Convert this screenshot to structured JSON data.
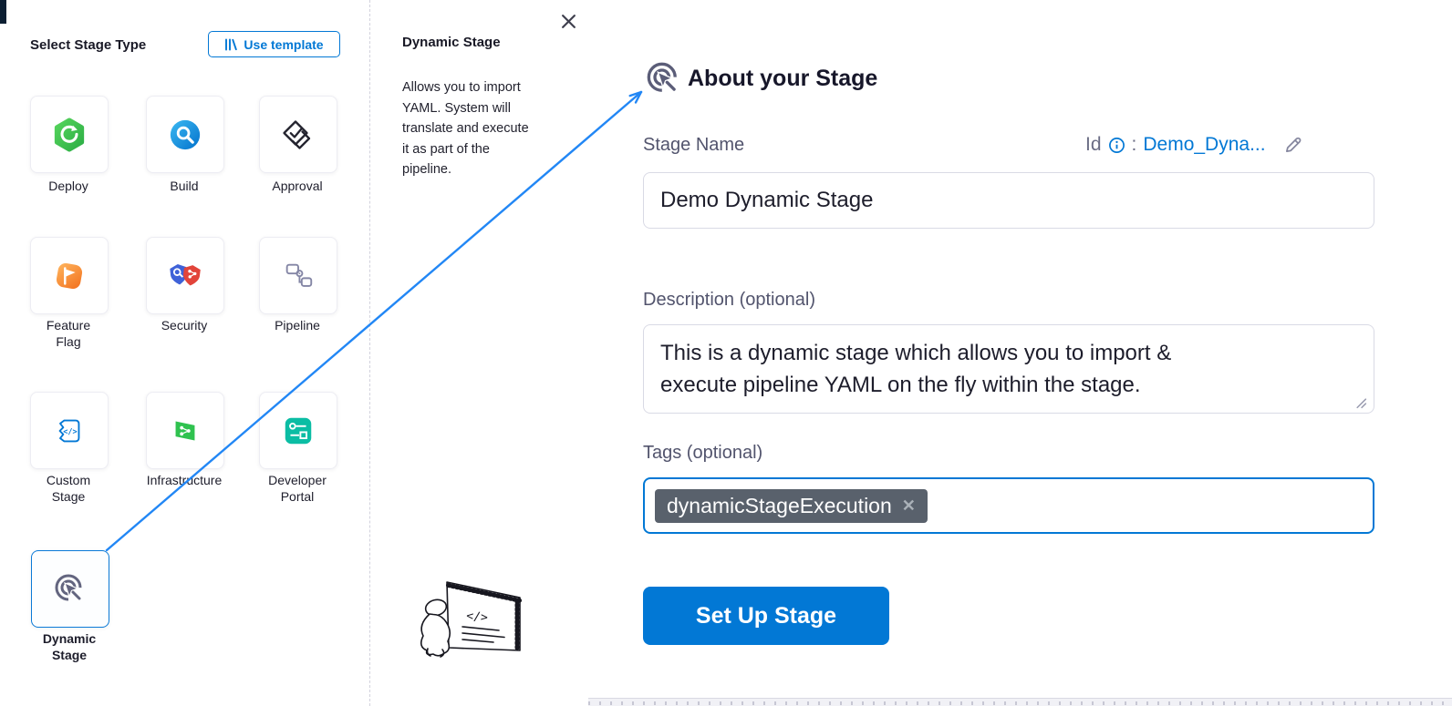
{
  "colors": {
    "accent": "#0278d5",
    "arrow": "#2287f5",
    "tag_bg": "#59616c"
  },
  "left_panel": {
    "title": "Select Stage Type",
    "use_template": "Use template",
    "stages": [
      {
        "label": "Deploy"
      },
      {
        "label": "Build"
      },
      {
        "label": "Approval"
      },
      {
        "label": "Feature\nFlag"
      },
      {
        "label": "Security"
      },
      {
        "label": "Pipeline"
      },
      {
        "label": "Custom\nStage"
      },
      {
        "label": "Infrastructure"
      },
      {
        "label": "Developer\nPortal"
      },
      {
        "label": "Dynamic\nStage",
        "selected": true
      }
    ]
  },
  "info_panel": {
    "title": "Dynamic Stage",
    "description": "Allows you to import\nYAML. System will\ntranslate and execute\nit as part of the\npipeline."
  },
  "form": {
    "heading": "About your Stage",
    "stage_name_label": "Stage Name",
    "id_label": "Id",
    "id_colon": ":",
    "id_value": "Demo_Dyna...",
    "stage_name_value": "Demo Dynamic Stage",
    "description_label": "Description (optional)",
    "description_value": "This is a dynamic stage which allows you to import &\nexecute pipeline YAML on the fly within the stage.",
    "tags_label": "Tags (optional)",
    "tag_value": "dynamicStageExecution",
    "tag_remove": "✕",
    "submit": "Set Up Stage"
  }
}
